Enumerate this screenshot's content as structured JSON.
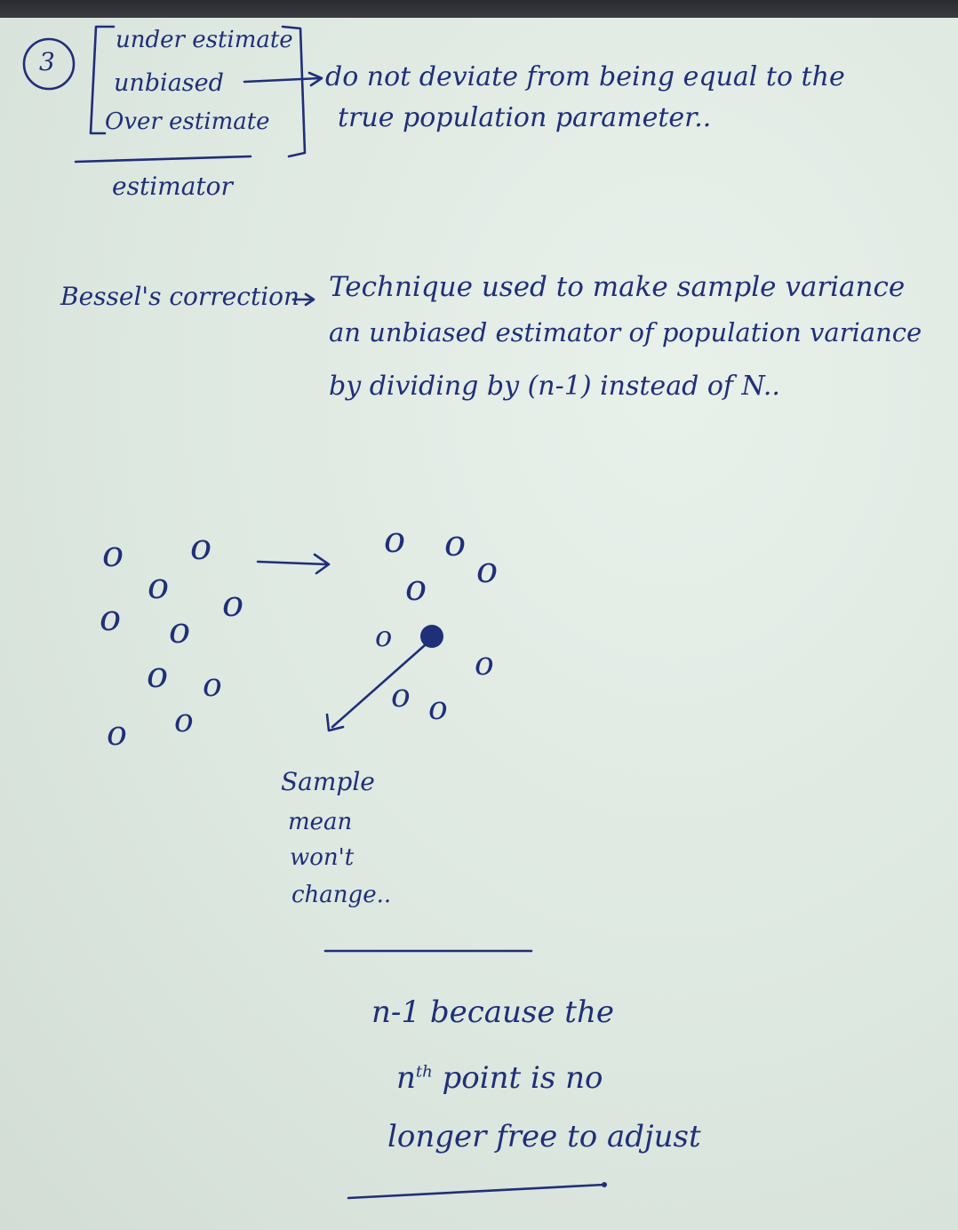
{
  "header": {
    "question_number": "3"
  },
  "estimator_block": {
    "items": [
      "under estimate",
      "unbiased",
      "Over estimate"
    ],
    "label": "estimator",
    "unbiased_note_line1": "do not deviate from being equal to the",
    "unbiased_note_line2": "true population parameter.."
  },
  "bessel": {
    "term": "Bessel's correction",
    "definition_line1": "Technique used to make sample variance",
    "definition_line2": "an unbiased estimator of population variance",
    "definition_line3": "by dividing by (n-1) instead of N.."
  },
  "diagram": {
    "point_glyph": "o",
    "caption_lines": [
      "Sample",
      "mean",
      "won't",
      "change.."
    ]
  },
  "conclusion": {
    "line1": "n-1 because the",
    "line2_prefix": "n",
    "line2_superscript": "th",
    "line2_rest": " point is no",
    "line3": "longer free to adjust"
  },
  "colors": {
    "ink": "#1f2f78",
    "paper": "#e2ebe4"
  }
}
